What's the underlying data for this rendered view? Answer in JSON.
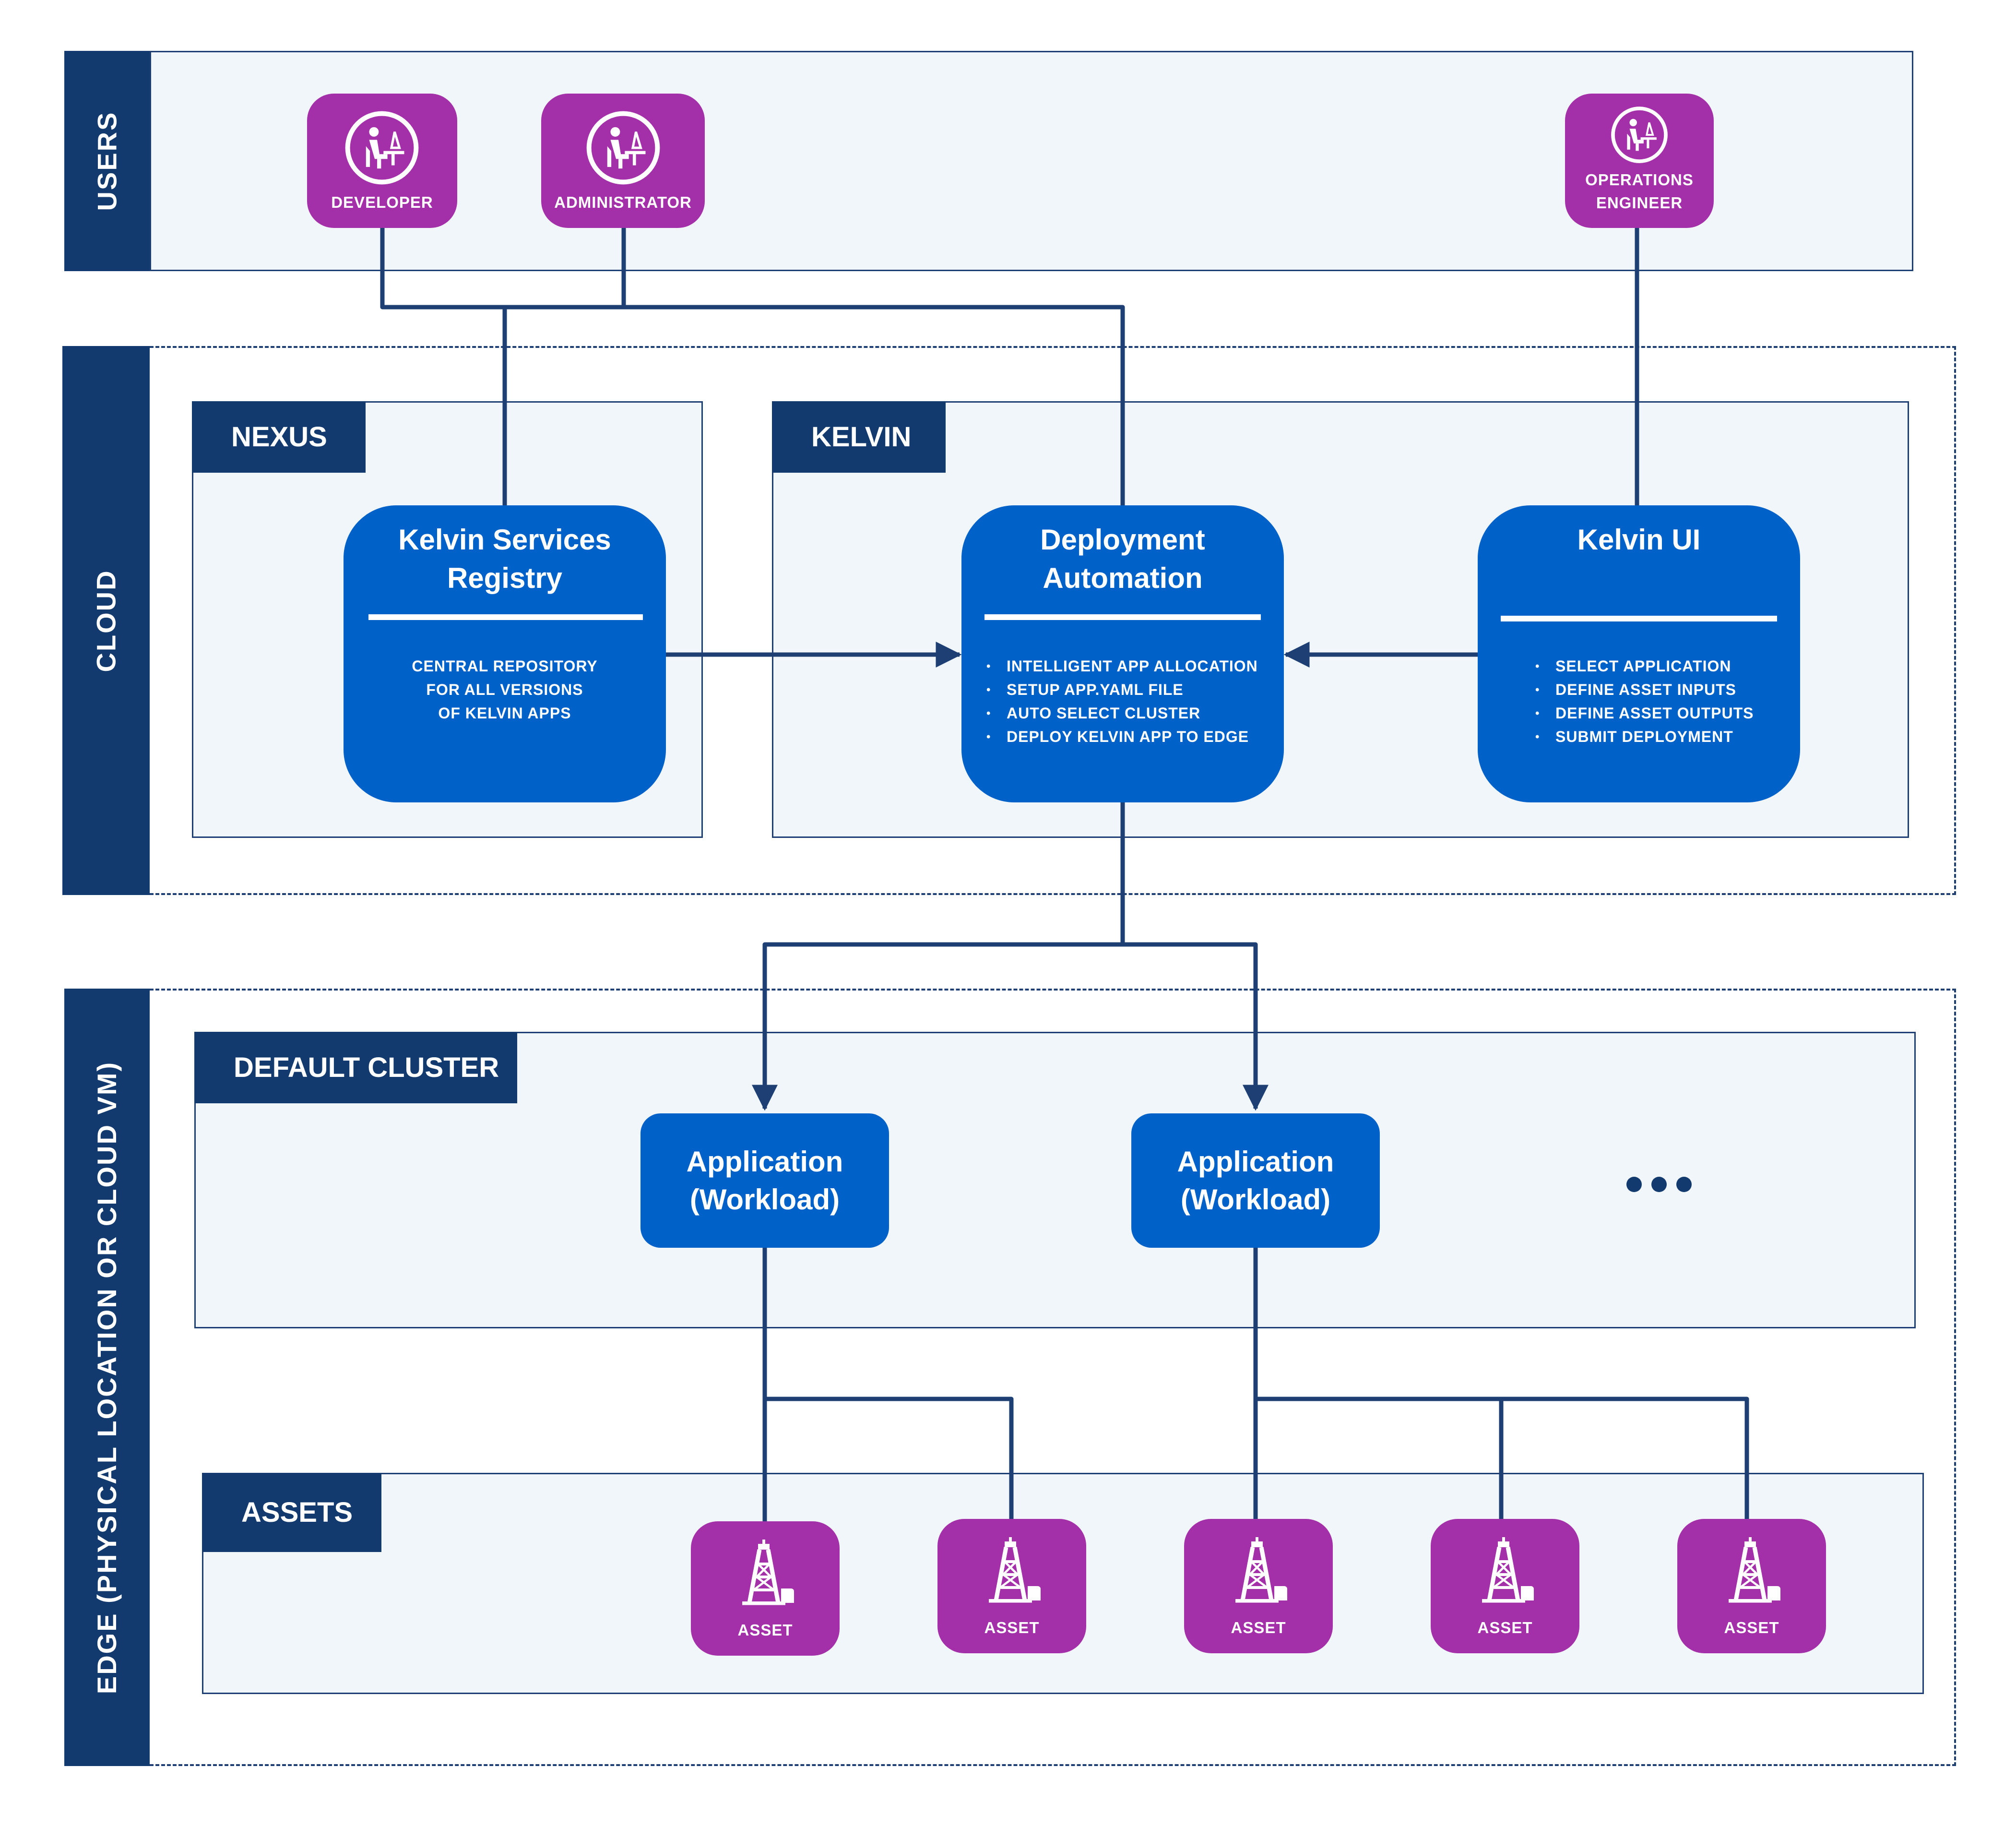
{
  "sections": {
    "users": "USERS",
    "cloud": "CLOUD",
    "edge": "EDGE  (PHYSICAL LOCATION OR CLOUD VM)"
  },
  "users": {
    "developer": "DEVELOPER",
    "administrator": "ADMINISTRATOR",
    "operations_line1": "OPERATIONS",
    "operations_line2": "ENGINEER"
  },
  "cloud": {
    "nexus_tag": "NEXUS",
    "kelvin_tag": "KELVIN",
    "registry": {
      "title_line1": "Kelvin Services",
      "title_line2": "Registry",
      "desc_line1": "CENTRAL REPOSITORY",
      "desc_line2": "FOR ALL VERSIONS",
      "desc_line3": "OF KELVIN APPS"
    },
    "deployment": {
      "title_line1": "Deployment",
      "title_line2": "Automation",
      "items": [
        "INTELLIGENT APP ALLOCATION",
        "SETUP APP.YAML FILE",
        "AUTO SELECT CLUSTER",
        "DEPLOY KELVIN APP TO EDGE"
      ]
    },
    "kelvin_ui": {
      "title": "Kelvin UI",
      "items": [
        "SELECT APPLICATION",
        "DEFINE ASSET INPUTS",
        "DEFINE ASSET OUTPUTS",
        "SUBMIT DEPLOYMENT"
      ]
    }
  },
  "edge": {
    "cluster_tag": "DEFAULT CLUSTER",
    "assets_tag": "ASSETS",
    "app": {
      "line1": "Application",
      "line2": "(Workload)"
    },
    "asset_label": "ASSET"
  },
  "colors": {
    "navy": "#133a6e",
    "line": "#1e3f73",
    "card_blue": "#0061c9",
    "tile_magenta": "#a330a9",
    "panel_bg": "#f1f6fb"
  }
}
